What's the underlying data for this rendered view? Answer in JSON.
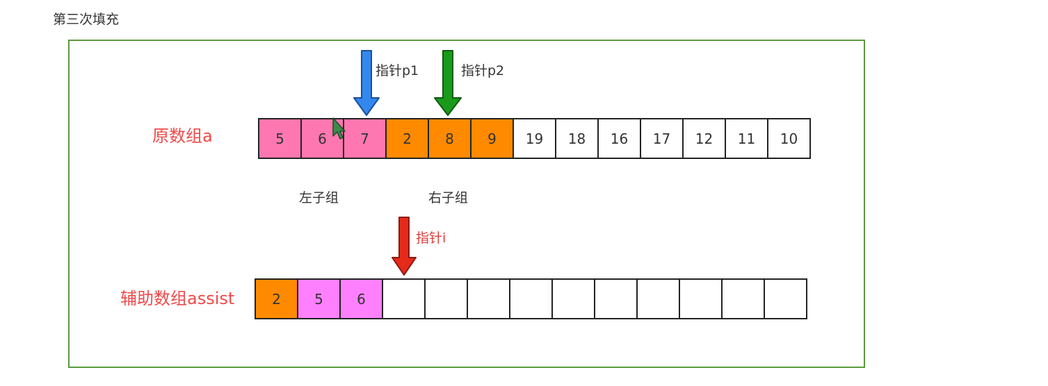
{
  "heading": "第三次填充",
  "labels": {
    "array_a": "原数组a",
    "assist": "辅助数组assist",
    "left_group": "左子组",
    "right_group": "右子组",
    "pointer_p1": "指针p1",
    "pointer_p2": "指针p2",
    "pointer_i": "指针i"
  },
  "colors": {
    "pink": "#ff77b0",
    "orange": "#ff8a00",
    "violet": "#ff80ff",
    "white": "#ffffff",
    "frame": "#5a9a3c",
    "label_red": "#f04a4a",
    "arrow_p1": "#3388ee",
    "arrow_p2": "#1a9a1a",
    "arrow_i": "#e52a1a"
  },
  "array_a": [
    {
      "value": "5",
      "color": "pink"
    },
    {
      "value": "6",
      "color": "pink"
    },
    {
      "value": "7",
      "color": "pink"
    },
    {
      "value": "2",
      "color": "orange"
    },
    {
      "value": "8",
      "color": "orange"
    },
    {
      "value": "9",
      "color": "orange"
    },
    {
      "value": "19",
      "color": "white"
    },
    {
      "value": "18",
      "color": "white"
    },
    {
      "value": "16",
      "color": "white"
    },
    {
      "value": "17",
      "color": "white"
    },
    {
      "value": "12",
      "color": "white"
    },
    {
      "value": "11",
      "color": "white"
    },
    {
      "value": "10",
      "color": "white"
    }
  ],
  "assist": [
    {
      "value": "2",
      "color": "orange"
    },
    {
      "value": "5",
      "color": "violet"
    },
    {
      "value": "6",
      "color": "violet"
    },
    {
      "value": "",
      "color": "white"
    },
    {
      "value": "",
      "color": "white"
    },
    {
      "value": "",
      "color": "white"
    },
    {
      "value": "",
      "color": "white"
    },
    {
      "value": "",
      "color": "white"
    },
    {
      "value": "",
      "color": "white"
    },
    {
      "value": "",
      "color": "white"
    },
    {
      "value": "",
      "color": "white"
    },
    {
      "value": "",
      "color": "white"
    },
    {
      "value": "",
      "color": "white"
    }
  ],
  "icons": {
    "pointer_p1": "down-arrow-icon",
    "pointer_p2": "down-arrow-icon",
    "pointer_i": "down-arrow-icon",
    "cursor": "mouse-cursor-icon"
  }
}
